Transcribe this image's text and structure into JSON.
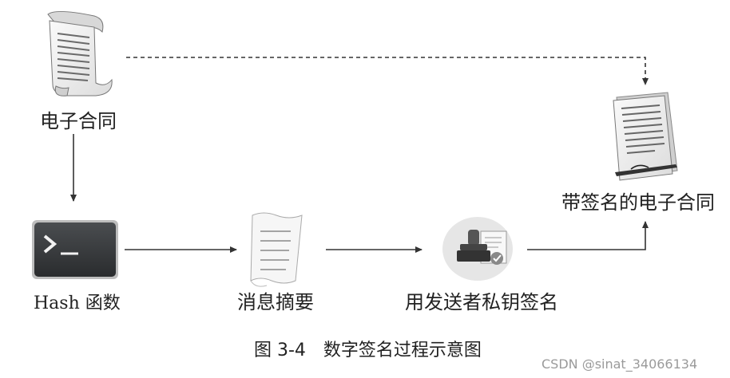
{
  "nodes": {
    "contract": {
      "label": "电子合同",
      "icon": "scroll-document-icon"
    },
    "signed_contract": {
      "label": "带签名的电子合同",
      "icon": "signed-document-icon"
    },
    "hash": {
      "label": "Hash 函数",
      "icon": "terminal-icon"
    },
    "digest": {
      "label": "消息摘要",
      "icon": "paper-digest-icon"
    },
    "sign": {
      "label": "用发送者私钥签名",
      "icon": "stamp-seal-icon"
    }
  },
  "caption": "图 3-4　数字签名过程示意图",
  "watermark": "CSDN @sinat_34066134",
  "colors": {
    "line": "#333333",
    "terminal_bg": "#3a3d3f",
    "paper": "#f4f4f4"
  }
}
